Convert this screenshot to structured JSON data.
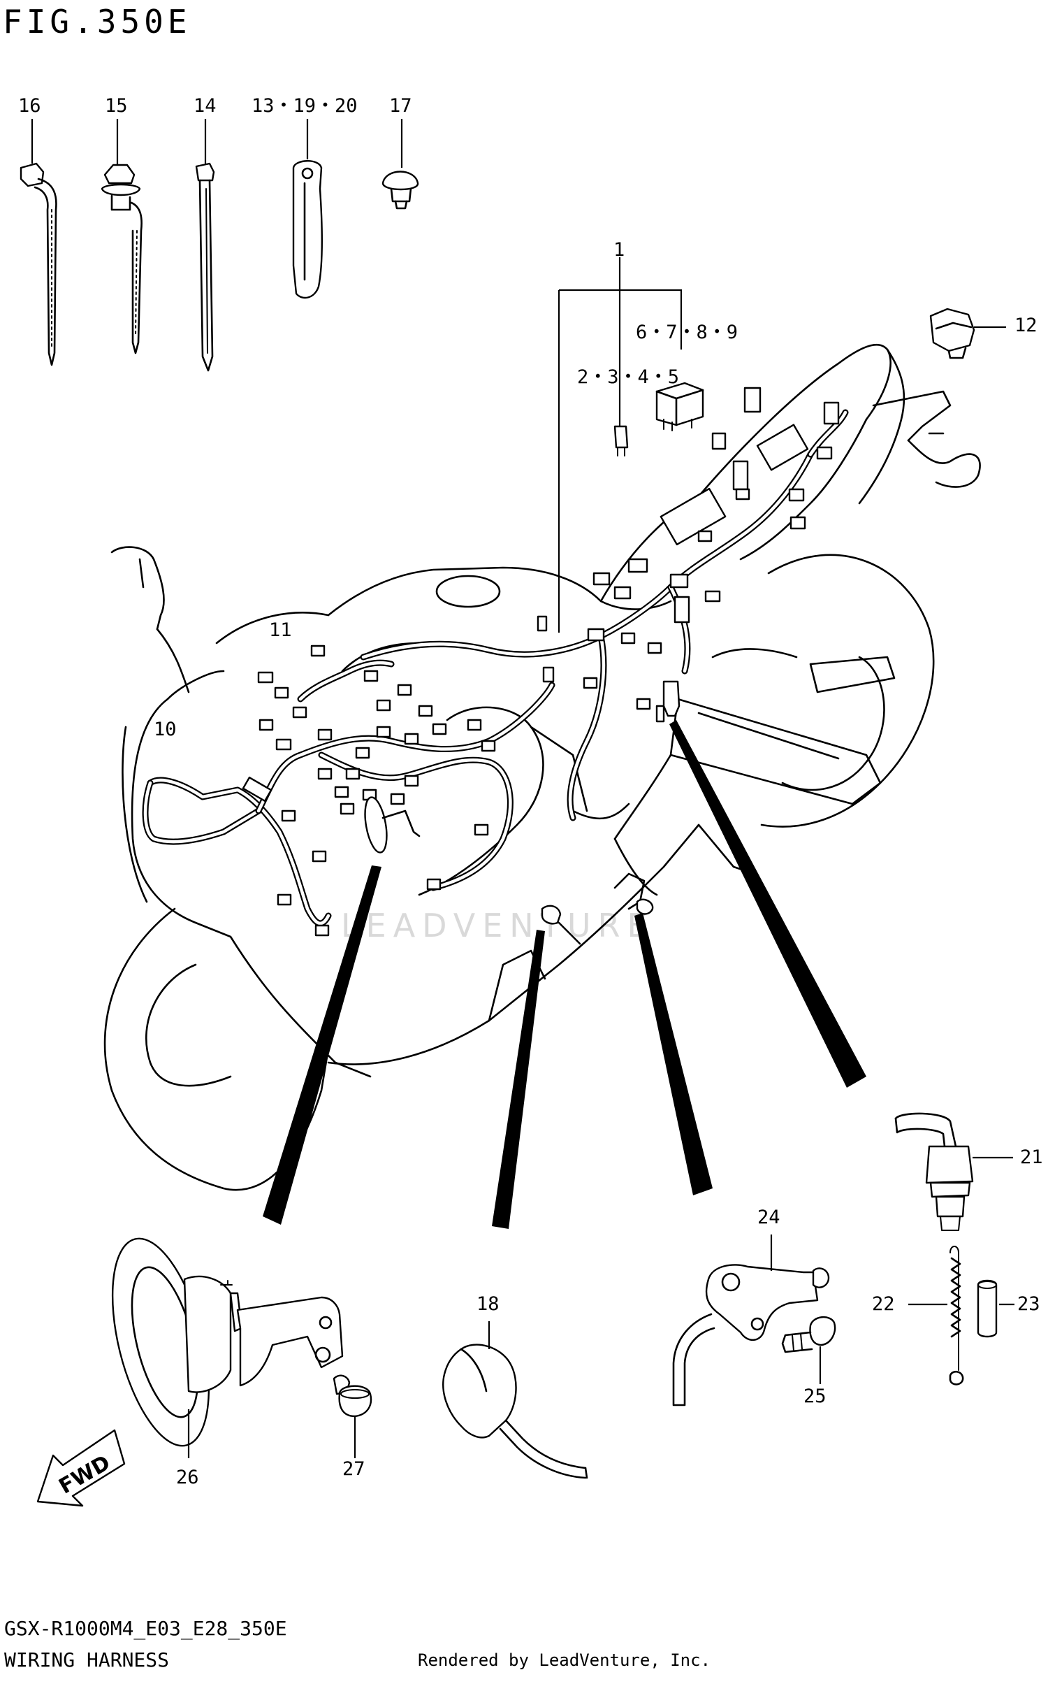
{
  "figure": {
    "title": "FIG.350E",
    "model_code": "GSX-R1000M4_E03_E28_350E",
    "section_title": "WIRING HARNESS",
    "credit": "Rendered by LeadVenture, Inc.",
    "watermark": "LEADVENTURE"
  },
  "callouts": [
    {
      "id": "c16",
      "label": "16"
    },
    {
      "id": "c15",
      "label": "15"
    },
    {
      "id": "c14",
      "label": "14"
    },
    {
      "id": "c13",
      "label": "13・19・20"
    },
    {
      "id": "c17",
      "label": "17"
    },
    {
      "id": "c1",
      "label": "1"
    },
    {
      "id": "c6",
      "label": "6・7・8・9"
    },
    {
      "id": "c2",
      "label": "2・3・4・5"
    },
    {
      "id": "c12",
      "label": "12"
    },
    {
      "id": "c11",
      "label": "11"
    },
    {
      "id": "c10",
      "label": "10"
    },
    {
      "id": "c21",
      "label": "21"
    },
    {
      "id": "c24",
      "label": "24"
    },
    {
      "id": "c22",
      "label": "22"
    },
    {
      "id": "c23",
      "label": "23"
    },
    {
      "id": "c18",
      "label": "18"
    },
    {
      "id": "c25",
      "label": "25"
    },
    {
      "id": "c26",
      "label": "26"
    },
    {
      "id": "c27",
      "label": "27"
    }
  ],
  "direction_badge": "FWD"
}
